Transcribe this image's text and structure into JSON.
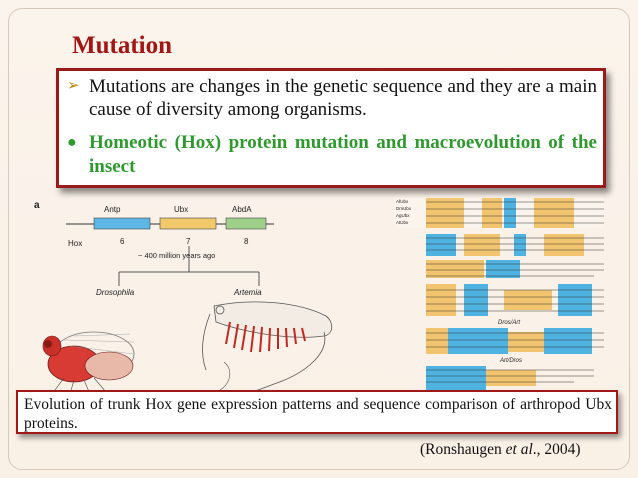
{
  "slide": {
    "title": "Mutation",
    "bullets": [
      {
        "marker": "➢",
        "text": "Mutations are changes in the genetic sequence and they are a main cause of diversity among organisms."
      },
      {
        "marker": "●",
        "text": "Homeotic (Hox) protein mutation and macroevolution of the insect"
      }
    ],
    "caption": "Evolution of trunk Hox gene expression patterns and sequence comparison of arthropod Ubx proteins.",
    "citation": {
      "prefix": "(Ronshaugen ",
      "italic": "et al",
      "suffix": "., 2004)"
    },
    "colors": {
      "title": "#a31515",
      "green_bullet": "#2e9a2e",
      "box_border": "#9b1b1b"
    }
  },
  "figure": {
    "panel_label": "a",
    "genes": [
      {
        "label": "Antp",
        "number": "6"
      },
      {
        "label": "Ubx",
        "number": "7"
      },
      {
        "label": "AbdA",
        "number": "8"
      }
    ],
    "hox_label": "Hox",
    "time_label": "~ 400 million years ago",
    "organisms": [
      "Drosophila",
      "Artemia"
    ],
    "alignment_rows": [
      "AfUbx",
      "DmUbx",
      "AgUbx",
      "AtUbx"
    ],
    "alignment_annotations": [
      "Dros/Art",
      "Art/Dros"
    ]
  }
}
